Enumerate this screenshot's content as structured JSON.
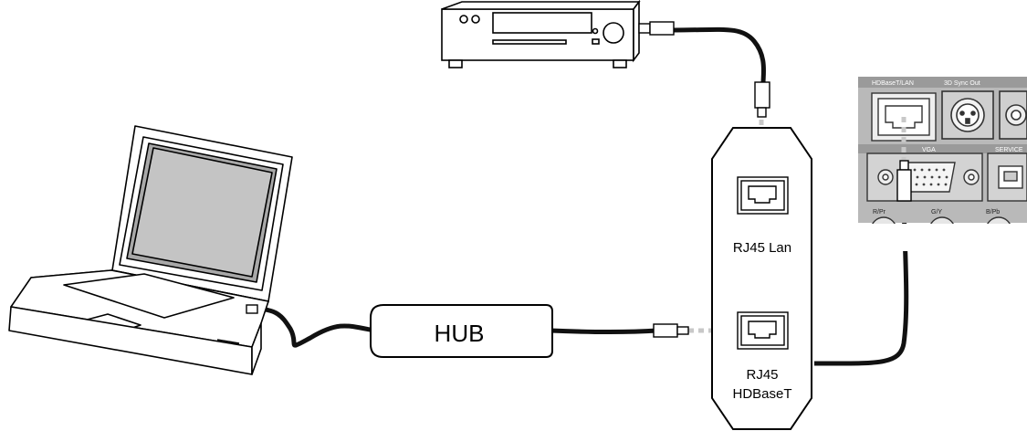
{
  "hub": {
    "label": "HUB"
  },
  "transmitter": {
    "lan_port_label": "RJ45 Lan",
    "hdbaset_port_label_line1": "RJ45",
    "hdbaset_port_label_line2": "HDBaseT"
  },
  "projector_panel": {
    "hdbaset_lan_label": "HDBaseT/LAN",
    "sync_out_label": "3D Sync Out",
    "vga_label": "VGA",
    "service_label": "SERVICE",
    "rpr_label": "R/Pr",
    "gy_label": "G/Y",
    "bpb_label": "B/Pb"
  },
  "colors": {
    "cable": "#111111",
    "signal_dashed": "#c8c8c8",
    "panel_bg": "#b9b9b9",
    "device_fill": "#ffffff",
    "outline": "#000000"
  },
  "icons": {
    "laptop": "laptop-icon",
    "media_player": "media-player-icon",
    "rj45_connector": "rj45-plug-icon",
    "projector_panel": "projector-io-panel"
  }
}
